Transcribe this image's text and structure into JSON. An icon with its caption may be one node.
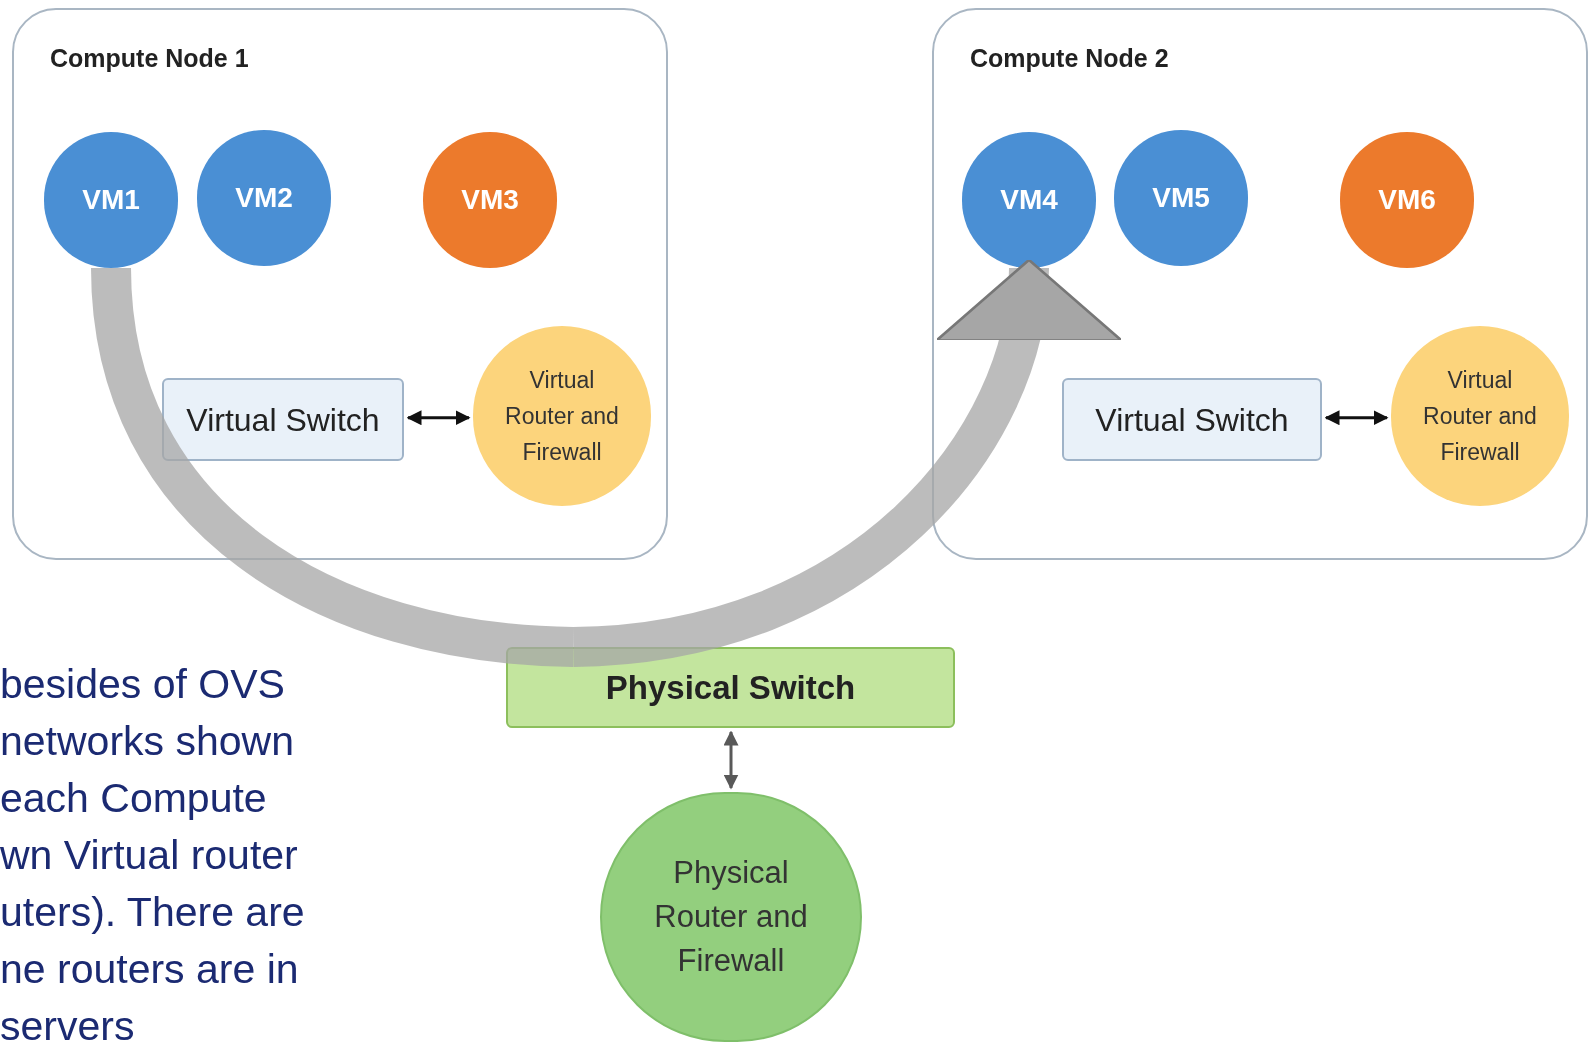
{
  "diagram": {
    "nodes": [
      {
        "text": [
          "Compute Node 1"
        ]
      },
      {
        "text": [
          "VM1"
        ],
        "in": 0
      },
      {
        "text": [
          "VM2"
        ],
        "in": 0
      },
      {
        "text": [
          "VM3"
        ],
        "in": 0
      },
      {
        "text": [
          "Virtual Switch"
        ],
        "in": 0
      },
      {
        "text": [
          "Virtual Router and Firewall"
        ],
        "in": 0
      },
      {
        "text": [
          "Compute Node 2"
        ]
      },
      {
        "text": [
          "VM4"
        ],
        "in": 6
      },
      {
        "text": [
          "VM5"
        ],
        "in": 6
      },
      {
        "text": [
          "VM6"
        ],
        "in": 6
      },
      {
        "text": [
          "Virtual Switch"
        ],
        "in": 6
      },
      {
        "text": [
          "Virtual Router and Firewall"
        ],
        "in": 6
      },
      {
        "text": [
          "Physical Switch"
        ]
      },
      {
        "text": [
          "Physical Router and Firewall"
        ]
      }
    ],
    "edges": [
      {
        "from": 1,
        "to": 12,
        "arrow": "none",
        "style": "thick",
        "color": "#a6a6a6"
      },
      {
        "from": 12,
        "to": 7,
        "arrow": "to",
        "style": "thick",
        "color": "#a6a6a6"
      },
      {
        "from": 4,
        "to": 5,
        "arrow": "both",
        "color": "#111111"
      },
      {
        "from": 10,
        "to": 11,
        "arrow": "both",
        "color": "#111111"
      },
      {
        "from": 12,
        "to": 13,
        "arrow": "both",
        "color": "#595959"
      }
    ],
    "labels": [
      "besides of OVS",
      "networks shown",
      "each Compute",
      "wn Virtual router",
      "uters). There are",
      "ne routers are in",
      "servers"
    ]
  }
}
